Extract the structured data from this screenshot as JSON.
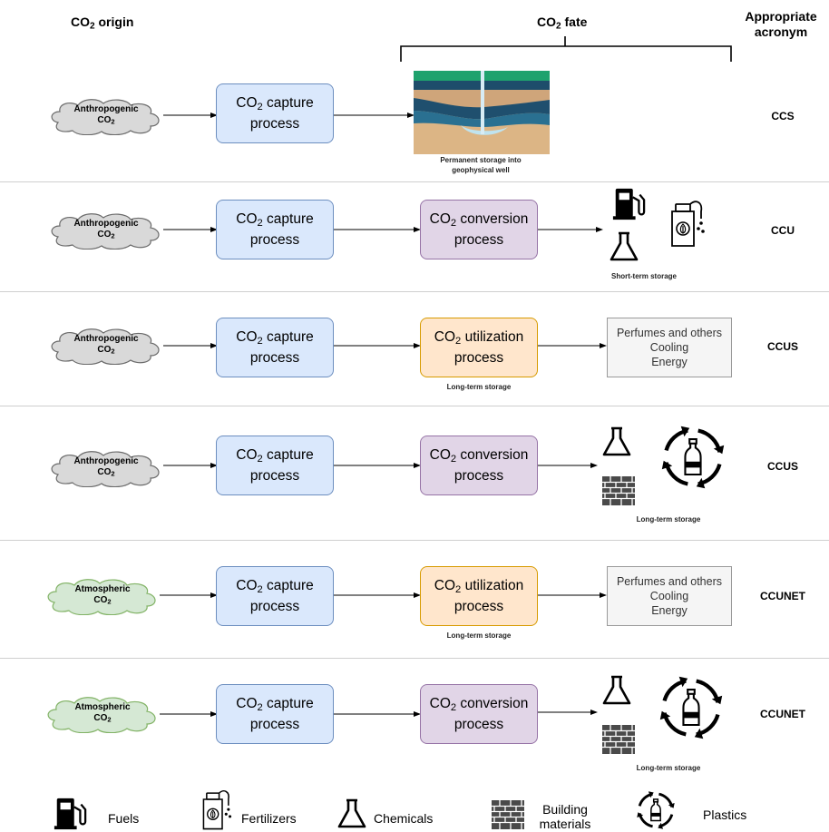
{
  "headers": {
    "origin": [
      "CO",
      "2",
      " origin"
    ],
    "fate": [
      "CO",
      "2",
      " fate"
    ],
    "acronym": "Appropriate acronym"
  },
  "rows": [
    {
      "source": {
        "line1": "Anthropogenic",
        "co": "CO",
        "sub": "2",
        "color": "#d9d9d9",
        "stroke": "#6b6b6b"
      },
      "capture": {
        "co": "CO",
        "sub": "2",
        "line1": " capture",
        "line2": "process"
      },
      "fate_caption": "Permanent storage into geophysical well",
      "acronym": "CCS"
    },
    {
      "source": {
        "line1": "Anthropogenic",
        "co": "CO",
        "sub": "2",
        "color": "#d9d9d9",
        "stroke": "#6b6b6b"
      },
      "capture": {
        "co": "CO",
        "sub": "2",
        "line1": " capture",
        "line2": "process"
      },
      "process": {
        "type": "conversion",
        "co": "CO",
        "sub": "2",
        "line1": " conversion",
        "line2": "process"
      },
      "products": [
        "fuel-pump-icon",
        "fertilizer-icon",
        "chemical-flask-icon"
      ],
      "products_caption": "Short-term storage",
      "acronym": "CCU"
    },
    {
      "source": {
        "line1": "Anthropogenic",
        "co": "CO",
        "sub": "2",
        "color": "#d9d9d9",
        "stroke": "#6b6b6b"
      },
      "capture": {
        "co": "CO",
        "sub": "2",
        "line1": " capture",
        "line2": "process"
      },
      "process": {
        "type": "utilization",
        "co": "CO",
        "sub": "2",
        "line1": " utilization",
        "line2": "process",
        "caption": "Long-term storage"
      },
      "products_box": [
        "Perfumes and others",
        "Cooling",
        "Energy"
      ],
      "acronym": "CCUS"
    },
    {
      "source": {
        "line1": "Anthropogenic",
        "co": "CO",
        "sub": "2",
        "color": "#d9d9d9",
        "stroke": "#6b6b6b"
      },
      "capture": {
        "co": "CO",
        "sub": "2",
        "line1": " capture",
        "line2": "process"
      },
      "process": {
        "type": "conversion",
        "co": "CO",
        "sub": "2",
        "line1": " conversion",
        "line2": "process"
      },
      "products": [
        "chemical-flask-icon",
        "brick-wall-icon",
        "plastic-recycle-icon"
      ],
      "products_caption": "Long-term storage",
      "acronym": "CCUS"
    },
    {
      "source": {
        "line1": "Atmospheric",
        "co": "CO",
        "sub": "2",
        "color": "#d5e8d4",
        "stroke": "#82b366"
      },
      "capture": {
        "co": "CO",
        "sub": "2",
        "line1": " capture",
        "line2": "process"
      },
      "process": {
        "type": "utilization",
        "co": "CO",
        "sub": "2",
        "line1": " utilization",
        "line2": "process",
        "caption": "Long-term storage"
      },
      "products_box": [
        "Perfumes and others",
        "Cooling",
        "Energy"
      ],
      "acronym": "CCUNET"
    },
    {
      "source": {
        "line1": "Atmospheric",
        "co": "CO",
        "sub": "2",
        "color": "#d5e8d4",
        "stroke": "#82b366"
      },
      "capture": {
        "co": "CO",
        "sub": "2",
        "line1": " capture",
        "line2": "process"
      },
      "process": {
        "type": "conversion",
        "co": "CO",
        "sub": "2",
        "line1": " conversion",
        "line2": "process"
      },
      "products": [
        "chemical-flask-icon",
        "brick-wall-icon",
        "plastic-recycle-icon"
      ],
      "products_caption": "Long-term storage",
      "acronym": "CCUNET"
    }
  ],
  "legend": [
    {
      "icon": "fuel-pump-icon",
      "label": "Fuels"
    },
    {
      "icon": "fertilizer-icon",
      "label": "Fertilizers"
    },
    {
      "icon": "chemical-flask-icon",
      "label": "Chemicals"
    },
    {
      "icon": "brick-wall-icon",
      "label": "Building materials"
    },
    {
      "icon": "plastic-recycle-icon",
      "label": "Plastics"
    }
  ],
  "colors": {
    "capture_fill": "#dae8fc",
    "capture_stroke": "#6c8ebf",
    "conversion_fill": "#e1d5e7",
    "conversion_stroke": "#9673a6",
    "utilization_fill": "#ffe6cc",
    "utilization_stroke": "#d79b00",
    "storage_box_fill": "#f5f5f5"
  }
}
